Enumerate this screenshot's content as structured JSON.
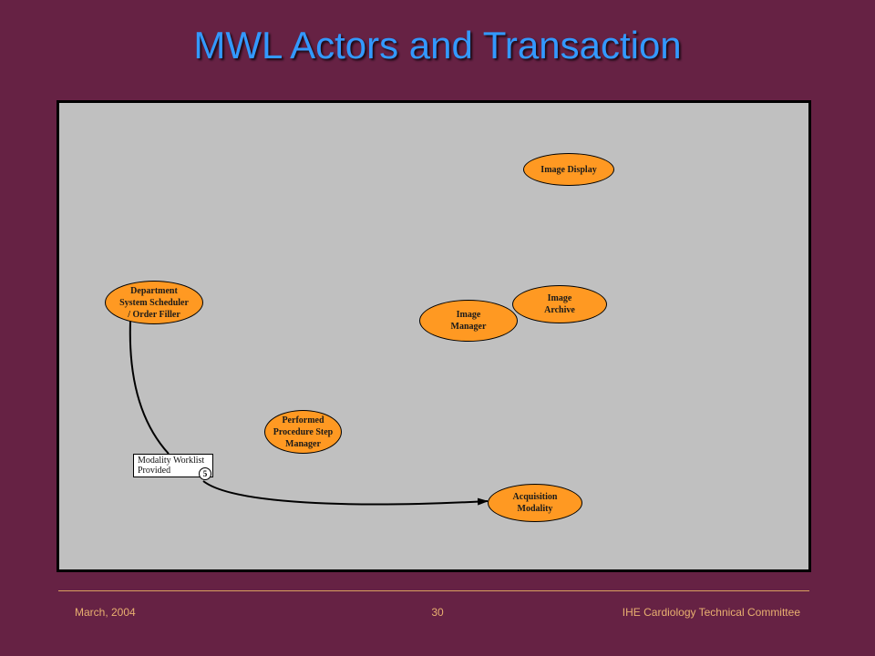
{
  "slide": {
    "title": "MWL Actors and Transaction"
  },
  "colors": {
    "background": "#662244",
    "title": "#3399ff",
    "panel": "#c0c0c0",
    "actor_fill": "#ff9922",
    "footer_text": "#e8b070"
  },
  "diagram": {
    "actors": {
      "image_display": "Image Display",
      "dss_order_filler": "Department\nSystem Scheduler\n/ Order Filler",
      "image_archive": "Image\nArchive",
      "image_manager": "Image\nManager",
      "pps_manager": "Performed\nProcedure Step\nManager",
      "acquisition_modality": "Acquisition\nModality"
    },
    "transaction": {
      "label": "Modality Worklist\nProvided",
      "number": "5"
    }
  },
  "footer": {
    "date": "March, 2004",
    "page_number": "30",
    "organization": "IHE Cardiology Technical Committee"
  }
}
